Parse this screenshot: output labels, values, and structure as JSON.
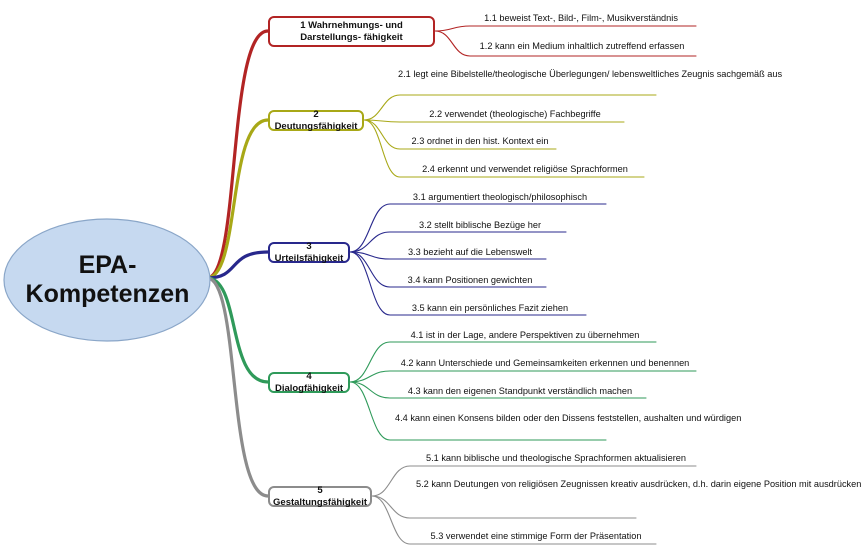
{
  "central": {
    "label": "EPA-\nKompetenzen",
    "fill": "#c6d9f0",
    "stroke": "#8aa6c8"
  },
  "branches": [
    {
      "id": "b1",
      "label": "1 Wahrnehmungs- und Darstellungs-\nfähigkeit",
      "color": "#b22424",
      "leaves": [
        "1.1 beweist Text-, Bild-, Film-, Musikverständnis",
        "1.2 kann ein Medium inhaltlich zutreffend erfassen"
      ]
    },
    {
      "id": "b2",
      "label": "2 Deutungsfähigkeit",
      "color": "#a8a817",
      "leaves": [
        "2.1 legt eine Bibelstelle/theologische Überlegungen/\nlebensweltliches Zeugnis sachgemäß aus",
        "2.2 verwendet (theologische) Fachbegriffe",
        "2.3 ordnet in den hist. Kontext ein",
        "2.4 erkennt und verwendet religiöse Sprachformen"
      ]
    },
    {
      "id": "b3",
      "label": "3 Urteilsfähigkeit",
      "color": "#28288c",
      "leaves": [
        "3.1 argumentiert theologisch/philosophisch",
        "3.2 stellt biblische Bezüge her",
        "3.3 bezieht auf die Lebenswelt",
        "3.4 kann Positionen gewichten",
        "3.5 kann ein persönliches Fazit ziehen"
      ]
    },
    {
      "id": "b4",
      "label": "4 Dialogfähigkeit",
      "color": "#2f9a5a",
      "leaves": [
        "4.1 ist in der Lage, andere Perspektiven zu übernehmen",
        "4.2 kann Unterschiede und Gemeinsamkeiten erkennen und benennen",
        "4.3 kann den eigenen Standpunkt verständlich machen",
        "4.4 kann einen Konsens bilden oder den\nDissens feststellen, aushalten und würdigen"
      ]
    },
    {
      "id": "b5",
      "label": "5 Gestaltungsfähigkeit",
      "color": "#8c8c8c",
      "leaves": [
        "5.1 kann biblische und theologische Sprachformen aktualisieren",
        "5.2 kann Deutungen von religiösen Zeugnissen\nkreativ ausdrücken, d.h. darin eigene Position\nmit ausdrücken",
        "5.3 verwendet eine stimmige Form der Präsentation"
      ]
    }
  ]
}
